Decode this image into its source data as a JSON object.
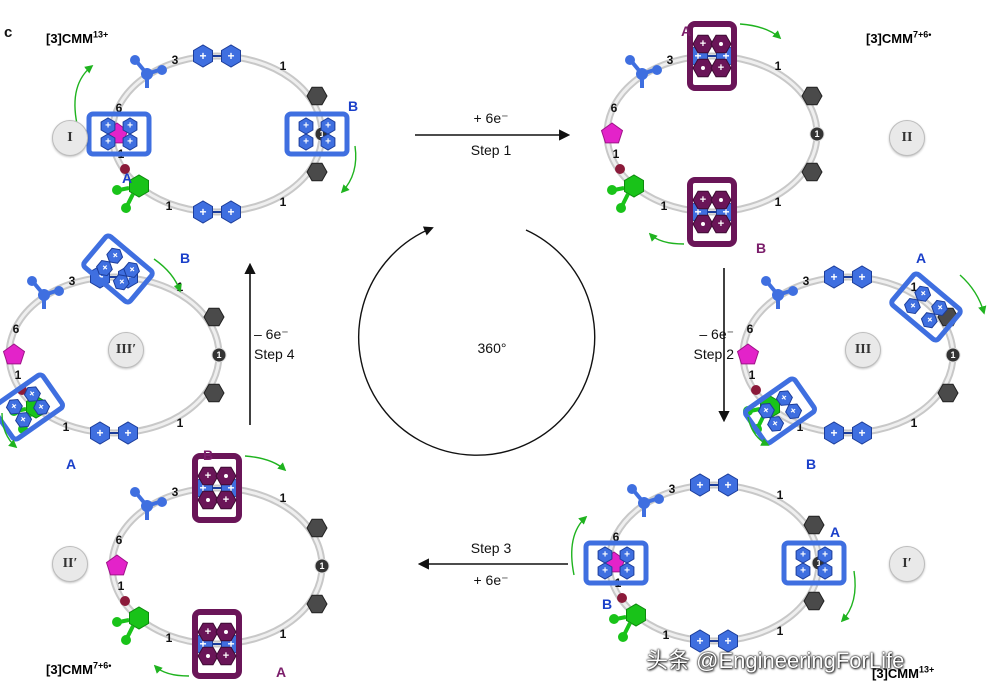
{
  "figure": {
    "panel_letter": "c",
    "headers": {
      "top_left": "[3]CMM13+",
      "top_right": "[3]CMM7+6•",
      "bottom_left": "[3]CMM7+6•",
      "bottom_right": "[3]CMM13+"
    },
    "states": {
      "s1": "I",
      "s2": "II",
      "s3": "III",
      "s4": "I′",
      "s5": "II′",
      "s6": "III′"
    },
    "steps": {
      "step1": {
        "charge": "+ 6e⁻",
        "name": "Step 1"
      },
      "step2": {
        "charge": "– 6e⁻",
        "name": "Step 2"
      },
      "step3": {
        "name": "Step 3",
        "charge": "+ 6e⁻"
      },
      "step4": {
        "charge": "– 6e⁻",
        "name": "Step 4"
      }
    },
    "rotation_label": "360°",
    "ring_labels": {
      "A": "A",
      "B": "B"
    },
    "station_numbers": {
      "one": "1",
      "three": "3",
      "six": "6"
    },
    "plus_sign": "+"
  },
  "colors": {
    "blue_ring": "#3f6fe0",
    "purple_ring": "#6a1558",
    "green_stopper": "#19c319",
    "magenta_pentagon": "#e323c9",
    "gray_linker": "#4a4a4a",
    "arrow_green": "#1fb31f"
  },
  "watermark": "头条 @EngineeringForLife"
}
